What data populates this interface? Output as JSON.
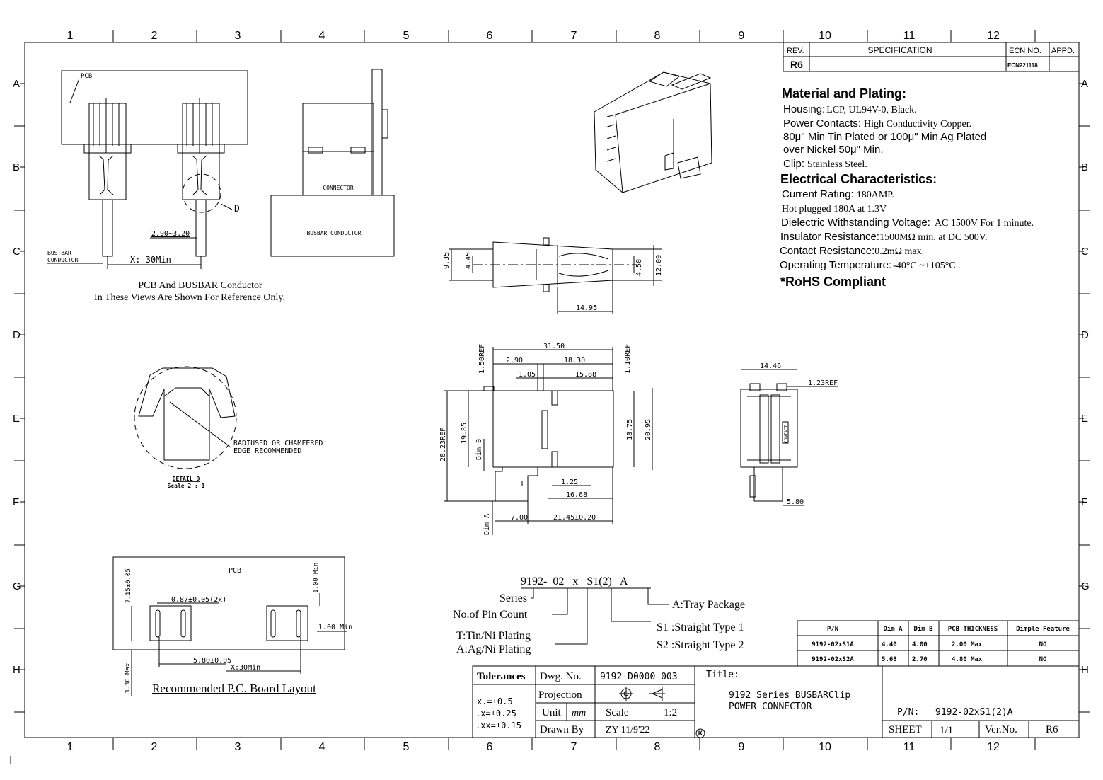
{
  "grid": {
    "columns": [
      "1",
      "2",
      "3",
      "4",
      "5",
      "6",
      "7",
      "8",
      "9",
      "10",
      "11",
      "12"
    ],
    "rows": [
      "A",
      "B",
      "C",
      "D",
      "E",
      "F",
      "G",
      "H"
    ]
  },
  "revision_table": {
    "headers": [
      "REV.",
      "SPECIFICATION",
      "ECN NO.",
      "APPD."
    ],
    "row": {
      "rev": "R6",
      "spec": "",
      "ecn": "ECN221118",
      "appd": ""
    }
  },
  "specs": {
    "material_heading": "Material and Plating:",
    "housing_label": "Housing:",
    "housing_value": "LCP, UL94V-0, Black.",
    "contacts_label": "Power Contacts:",
    "contacts_value": "High Conductivity Copper.",
    "plating_line1": "80μ\" Min Tin Plated or 100μ\" Min Ag Plated",
    "plating_line2": "over Nickel 50μ\" Min.",
    "clip_label": "Clip:",
    "clip_value": "Stainless Steel.",
    "electrical_heading": "Electrical Characteristics:",
    "current_label": "Current Rating:",
    "current_value": "180AMP.",
    "hot_plugged": "Hot plugged 180A at 1.3V",
    "dielectric_label": "Dielectric Withstanding Voltage:",
    "dielectric_value": "AC 1500V For 1 minute.",
    "insulator_label": "Insulator Resistance:",
    "insulator_value": "1500MΩ min. at DC 500V.",
    "contact_res_label": "Contact Resistance:",
    "contact_res_value": "0.2mΩ max.",
    "temp_label": "Operating Temperature:",
    "temp_value": "-40°C  ~+105°C  .",
    "rohs": "*RoHS Compliant"
  },
  "views": {
    "pcb_label": "PCB",
    "busbar_conductor_label1": "BUS BAR",
    "busbar_conductor_label2": "CONDUCTOR",
    "dim_gap": "2.90~3.20",
    "dim_x": "X:  30Min",
    "detail_callout": "D",
    "connector_label": "CONNECTOR",
    "busbar_label": "BUSBAR CONDUCTOR",
    "note_line1": "PCB And BUSBAR Conductor",
    "note_line2": "In These Views Are Shown For Reference Only.",
    "detail_note1": "RADIUSED OR CHAMFERED",
    "detail_note2": "EDGE RECOMMENDED",
    "detail_title": "DETAIL D",
    "detail_scale": "Scale 2 : 1"
  },
  "top_view_dims": {
    "d935": "9.35",
    "d445": "4.45",
    "d450": "4.50",
    "d1200": "12.00",
    "d1495": "14.95"
  },
  "front_view_dims": {
    "d3150": "31.50",
    "d290": "2.90",
    "d1830": "18.30",
    "d105": "1.05",
    "d1588": "15.88",
    "d150ref": "1.50REF",
    "d110ref": "1.10REF",
    "d2823ref": "28.23REF",
    "d1985": "19.85",
    "dimb": "Dim B",
    "d1875": "18.75",
    "d2095": "20.95",
    "d125": "1.25",
    "d1668": "16.68",
    "dima": "Dim A",
    "d700": "7.00",
    "d2145": "21.45±0.20"
  },
  "side_view_dims": {
    "d1446": "14.46",
    "d123ref": "1.23REF",
    "d580": "5.80",
    "contact_mark": "CONTACT"
  },
  "pcb_layout": {
    "pcb_label": "PCB",
    "d715": "7.15±0.05",
    "d087": "0.87±0.05(2x)",
    "d100min_v": "1.00 Min",
    "d100min_h": "1.00 Min",
    "d580": "5.80±0.05",
    "dx": "X:30Min",
    "d330": "3.30 Max",
    "title": "Recommended P.C. Board Layout"
  },
  "part_number": {
    "code": "9192-  02   x   S1(2)   A",
    "series": "Series",
    "pin_count": "No.of Pin Count",
    "plating1": "T:Tin/Ni Plating",
    "plating2": "A:Ag/Ni Plating",
    "package": "A:Tray Package",
    "type1": "S1 :Straight Type 1",
    "type2": "S2 :Straight Type 2"
  },
  "pn_table": {
    "headers": [
      "P/N",
      "Dim A",
      "Dim B",
      "PCB THICKNESS",
      "Dimple Feature"
    ],
    "rows": [
      [
        "9192-02xS1A",
        "4.40",
        "4.00",
        "2.00  Max",
        "NO"
      ],
      [
        "9192-02xS2A",
        "5.68",
        "2.70",
        "4.80  Max",
        "NO"
      ]
    ]
  },
  "title_block": {
    "tolerances_label": "Tolerances",
    "tol1": "x.=±0.5",
    "tol2": ".x=±0.25",
    "tol3": ".xx=±0.15",
    "dwg_label": "Dwg. No.",
    "dwg_value": "9192-D0000-003",
    "projection_label": "Projection",
    "unit_label": "Unit",
    "unit_value": "mm",
    "scale_label": "Scale",
    "scale_value": "1:2",
    "drawn_label": "Drawn By",
    "drawn_value": "ZY 11/9'22",
    "title_label": "Title:",
    "title_line1": "9192 Series BUSBARClip",
    "title_line2": "POWER CONNECTOR",
    "pn_label": "P/N:",
    "pn_value": "9192-02xS1(2)A",
    "sheet_label": "SHEET",
    "sheet_value": "1/1",
    "ver_label": "Ver.No.",
    "ver_value": "R6",
    "logo_mark": "K"
  }
}
